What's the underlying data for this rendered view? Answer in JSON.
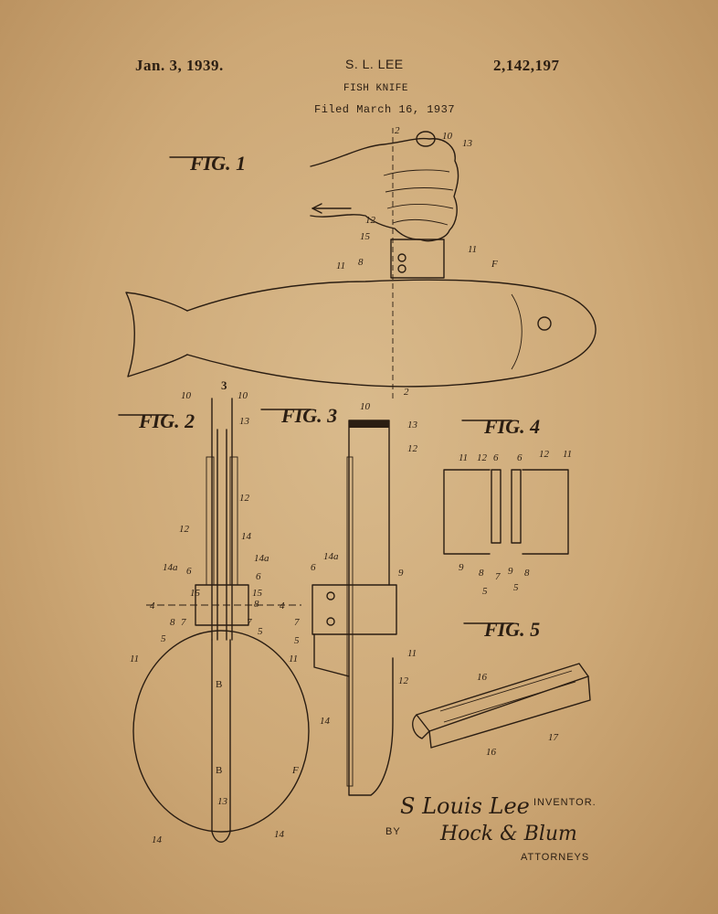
{
  "header": {
    "date": "Jan. 3, 1939.",
    "inventor_name": "S. L. LEE",
    "patent_number": "2,142,197",
    "title": "FISH KNIFE",
    "filed": "Filed March 16, 1937"
  },
  "figures": [
    "FIG. 1",
    "FIG. 2",
    "FIG. 3",
    "FIG. 4",
    "FIG. 5"
  ],
  "signature": {
    "inventor_caption": "INVENTOR.",
    "inventor_signature": "S Louis Lee",
    "by": "BY",
    "attorney_signature": "Hock & Blum",
    "attorneys_caption": "ATTORNEYS"
  },
  "reference_numerals": {
    "fig1": [
      "2",
      "10",
      "13",
      "12",
      "15",
      "11",
      "8",
      "11",
      "F",
      "2"
    ],
    "fig2": [
      "10",
      "3",
      "10",
      "13",
      "12",
      "12",
      "14",
      "14a",
      "6",
      "14a",
      "6",
      "15",
      "15",
      "4",
      "8",
      "4",
      "8",
      "7",
      "7",
      "5",
      "5",
      "11",
      "11",
      "B",
      "B",
      "F",
      "13",
      "14",
      "14"
    ],
    "fig3": [
      "10",
      "13",
      "12",
      "14a",
      "6",
      "9",
      "7",
      "5",
      "11",
      "12",
      "14"
    ],
    "fig4": [
      "11",
      "12",
      "6",
      "6",
      "12",
      "11",
      "9",
      "8",
      "7",
      "9",
      "8",
      "5",
      "5"
    ],
    "fig5": [
      "16",
      "16",
      "17"
    ]
  }
}
